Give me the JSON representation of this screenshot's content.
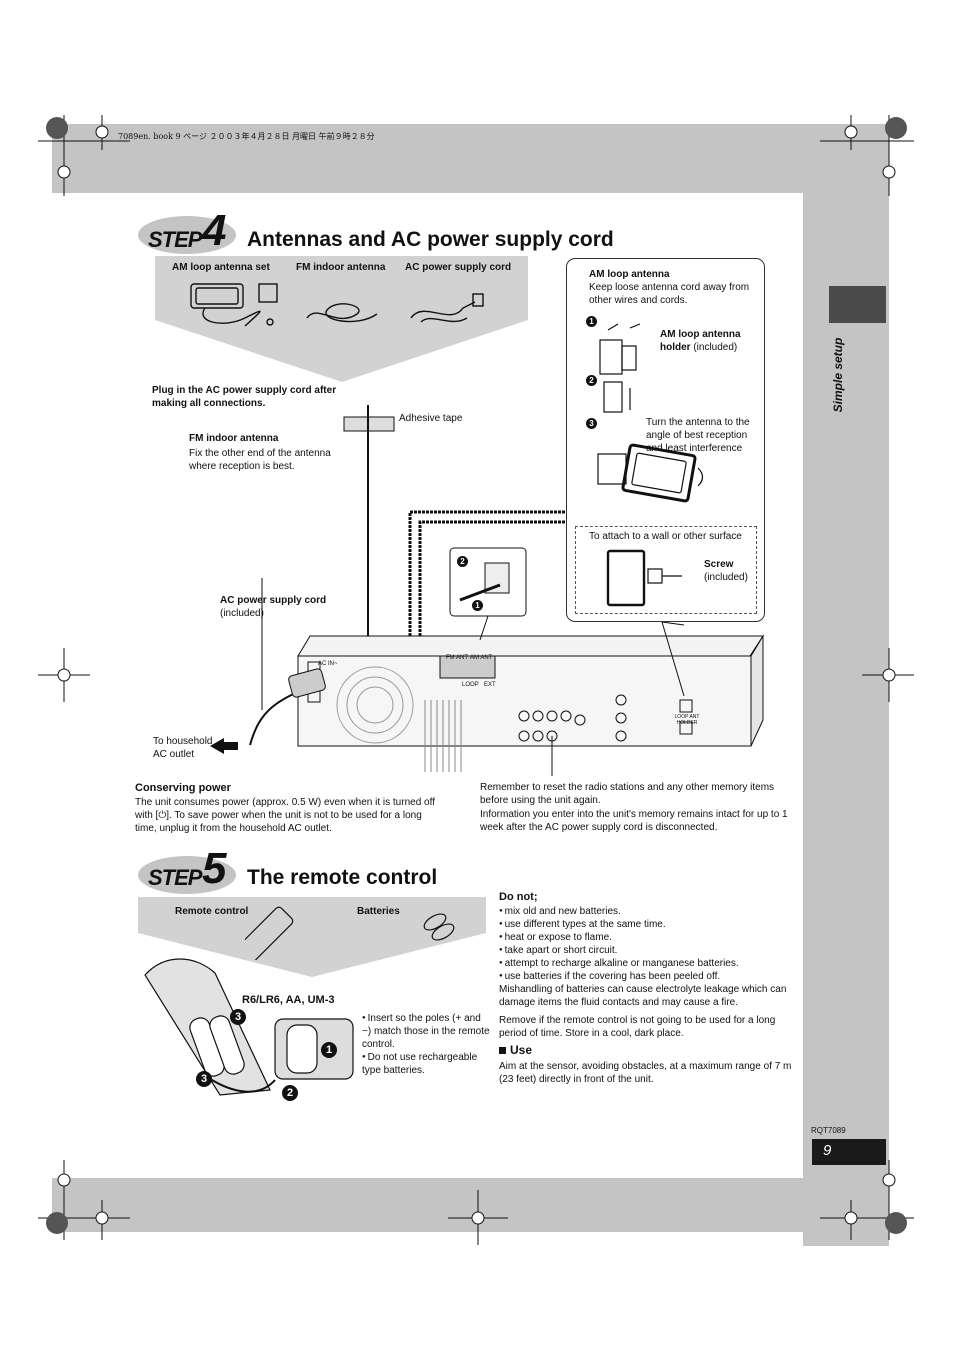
{
  "header": {
    "file_info": "7089en. book  9 ページ  ２００３年４月２８日  月曜日  午前９時２８分"
  },
  "sidebar": {
    "section_label": "Simple setup"
  },
  "step4": {
    "step_word": "STEP",
    "step_number": "4",
    "title": "Antennas and AC power supply cord",
    "items": [
      "AM loop antenna set",
      "FM indoor antenna",
      "AC power supply cord"
    ],
    "plug_note": "Plug in the AC power supply cord after making all connections.",
    "adhesive_tape": "Adhesive tape",
    "fm_title": "FM indoor antenna",
    "fm_desc": "Fix the other end of the antenna where reception is best.",
    "ac_title": "AC power supply cord",
    "ac_included": "(included)",
    "household": "To household AC outlet",
    "am_title": "AM loop antenna",
    "am_desc": "Keep loose antenna cord away from other wires and cords.",
    "holder_title": "AM loop antenna holder",
    "holder_included": " (included)",
    "turn_note": "Turn the antenna to the angle of best reception and least interference",
    "wall_note": "To attach to a wall or other surface",
    "screw": "Screw",
    "screw_included": "(included)",
    "num1": "1",
    "num2": "2",
    "num3": "3",
    "panel_ac_in": "AC IN~",
    "panel_fm": "FM ANT",
    "panel_am": "AM ANT",
    "panel_loop": "LOOP",
    "panel_ext": "EXT",
    "panel_holder": "LOOP ANT HOLDER",
    "conserving_title": "Conserving power",
    "conserving_text": "The unit consumes power (approx. 0.5 W) even when it is turned off with [⏻]. To save power when the unit is not to be used for a long time, unplug it from the household AC outlet.",
    "remember_text": "Remember to reset the radio stations and any other memory items before using the unit again.",
    "info_text": "Information you enter into the unit's memory remains intact for up to 1 week after the AC power supply cord is disconnected."
  },
  "step5": {
    "step_word": "STEP",
    "step_number": "5",
    "title": "The remote control",
    "items": [
      "Remote control",
      "Batteries"
    ],
    "battery_type": "R6/LR6, AA, UM-3",
    "insert_notes": [
      "Insert so the poles (+ and −) match those in the remote control.",
      "Do not use rechargeable type batteries."
    ],
    "do_not_title": "Do not;",
    "do_not_list": [
      "mix old and new batteries.",
      "use different types at the same time.",
      "heat or expose to flame.",
      "take apart or short circuit.",
      "attempt to recharge alkaline or manganese batteries.",
      "use batteries if the covering has been peeled off."
    ],
    "mishandling": "Mishandling of batteries can cause electrolyte leakage which can damage items the fluid contacts and may cause a fire.",
    "remove_note": "Remove if the remote control is not going to be used for a long period of time. Store in a cool, dark place.",
    "use_title": "Use",
    "use_text": "Aim at the sensor, avoiding obstacles, at a maximum range of 7 m (23 feet) directly in front of the unit."
  },
  "footer": {
    "model": "RQT7089",
    "page_number": "9"
  }
}
